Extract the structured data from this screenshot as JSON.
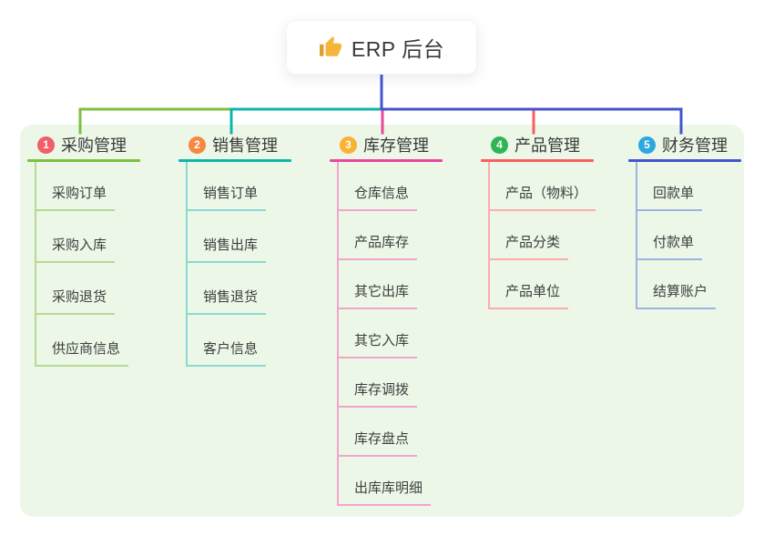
{
  "root": {
    "title": "ERP 后台",
    "icon": "thumbs-up-icon"
  },
  "colors": {
    "page_bg": "#ffffff",
    "panel_bg": "#ecf7e7",
    "root_connector": "#4355ce",
    "header_text": "#3a3a3a",
    "child_text": "#3e3e3e",
    "icon_hand": "#f5b53b",
    "icon_cuff": "#e09b2d"
  },
  "branches": [
    {
      "num": "1",
      "label": "采购管理",
      "badge_color": "#f25e68",
      "line_color": "#7cc240",
      "child_line_color": "#b5da90",
      "children": [
        "采购订单",
        "采购入库",
        "采购退货",
        "供应商信息"
      ]
    },
    {
      "num": "2",
      "label": "销售管理",
      "badge_color": "#f6883f",
      "line_color": "#0fb5ac",
      "child_line_color": "#8cd8d2",
      "children": [
        "销售订单",
        "销售出库",
        "销售退货",
        "客户信息"
      ]
    },
    {
      "num": "3",
      "label": "库存管理",
      "badge_color": "#f9b233",
      "line_color": "#e9489d",
      "child_line_color": "#f2a5cb",
      "children": [
        "仓库信息",
        "产品库存",
        "其它出库",
        "其它入库",
        "库存调拨",
        "库存盘点",
        "出库库明细"
      ]
    },
    {
      "num": "4",
      "label": "产品管理",
      "badge_color": "#30b556",
      "line_color": "#f85e60",
      "child_line_color": "#fcadad",
      "children": [
        "产品（物料）",
        "产品分类",
        "产品单位"
      ]
    },
    {
      "num": "5",
      "label": "财务管理",
      "badge_color": "#2ca7e0",
      "line_color": "#4355ce",
      "child_line_color": "#9fb2e4",
      "children": [
        "回款单",
        "付款单",
        "结算账户"
      ]
    }
  ]
}
